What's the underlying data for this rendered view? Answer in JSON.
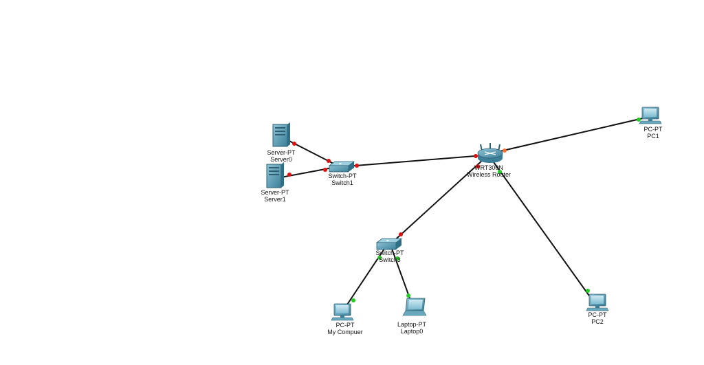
{
  "devices": {
    "server0": {
      "type": "Server-PT",
      "name": "Server0"
    },
    "server1": {
      "type": "Server-PT",
      "name": "Server1"
    },
    "switch1": {
      "type": "Switch-PT",
      "name": "Switch1"
    },
    "router": {
      "type": "WRT300N",
      "name": "Wireless Router"
    },
    "pc1": {
      "type": "PC-PT",
      "name": "PC1"
    },
    "switch3": {
      "type": "Switch-PT",
      "name": "Switch3"
    },
    "mycomp": {
      "type": "PC-PT",
      "name": "My Compuer"
    },
    "laptop0": {
      "type": "Laptop-PT",
      "name": "Laptop0"
    },
    "pc2": {
      "type": "PC-PT",
      "name": "PC2"
    }
  },
  "links": [
    {
      "from": "server0",
      "to": "switch1",
      "status": "down"
    },
    {
      "from": "server1",
      "to": "switch1",
      "status": "down"
    },
    {
      "from": "switch1",
      "to": "router",
      "status": "down"
    },
    {
      "from": "router",
      "to": "pc1",
      "status": "mixed"
    },
    {
      "from": "router",
      "to": "switch3",
      "status": "down"
    },
    {
      "from": "router",
      "to": "pc2",
      "status": "up"
    },
    {
      "from": "switch3",
      "to": "mycomp",
      "status": "up"
    },
    {
      "from": "switch3",
      "to": "laptop0",
      "status": "up"
    }
  ],
  "colors": {
    "link_up": "#22cc22",
    "link_down": "#e01010",
    "link_pending": "#f07030",
    "cable": "#111111",
    "device": "#4a8fa8"
  }
}
